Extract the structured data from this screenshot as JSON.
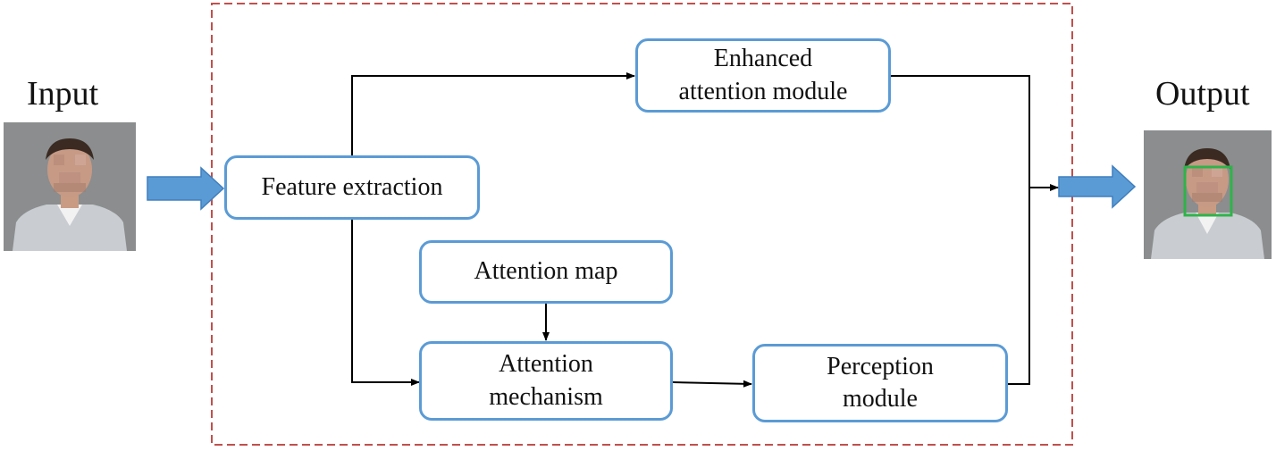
{
  "labels": {
    "input": "Input",
    "output": "Output"
  },
  "modules": {
    "feature_extraction": "Feature extraction",
    "enhanced_attention": "Enhanced\nattention module",
    "attention_map": "Attention map",
    "attention_mechanism": "Attention\nmechanism",
    "perception": "Perception\nmodule"
  },
  "colors": {
    "box_border": "#5b9bd5",
    "arrow_fill": "#5b9bd5",
    "dashed_frame": "#c0504d",
    "detection_box": "#2fb34a",
    "line": "#000000"
  }
}
